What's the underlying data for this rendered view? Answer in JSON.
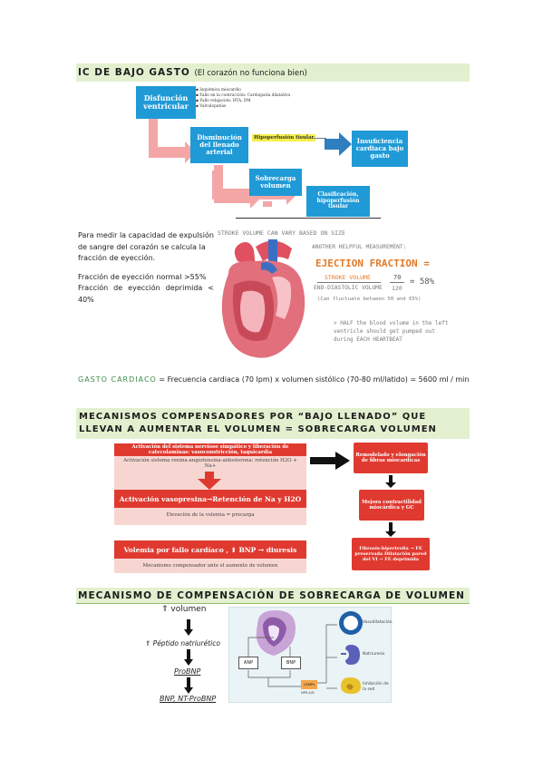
{
  "section1": {
    "title": "IC DE BAJO GASTO",
    "subtitle": "(El corazón no funciona bien)",
    "flow": {
      "box1": "Disfunción ventricular",
      "box2": "Disminución del llenado arterial",
      "box3": "Sobrecarga volumen",
      "box4": "Clasificación, hipoperfusión tisular",
      "box5": "Insuficiencia cardiaca bajo gasto",
      "highlight": "Hipoperfusión tisular"
    },
    "notes": [
      "Isquémica miocardio",
      "Fallo en la contracción: Cardiopatía dilatativa",
      "Fallo relajación: HTA, DM",
      "Valvulopatías"
    ]
  },
  "ejection": {
    "p1": "Para medir la capacidad de expulsión de sangre del corazón se calcula la fracción de eyección.",
    "p2_line1": "Fracción de eyección normal >55%",
    "p2_line2": "Fracción de eyección deprimida < 40%",
    "sketch_title": "STROKE VOLUME CAN VARY BASED ON SIZE",
    "another": "ANOTHER HELPFUL MEASUREMENT:",
    "ef_label": "EJECTION FRACTION =",
    "stroke_volume": "STROKE VOLUME",
    "end_diastolic": "END-DIASTOLIC VOLUME",
    "num": "70",
    "den": "120",
    "result": "= 58%",
    "fluctuate": "(Can fluctuate between 50 and 65%)",
    "half_note": "> HALF the blood volume in the left ventricle should get pumped out during EACH HEARTBEAT"
  },
  "gasto": {
    "label": "GASTO CARDIACO",
    "text": " = Frecuencia cardiaca (70 lpm) x volumen sistólico (70-80 ml/latido) = 5600 ml / min"
  },
  "section2": {
    "title": "MECANISMOS COMPENSADORES POR “BAJO LLENADO” QUE LLEVAN A AUMENTAR EL VOLUMEN = SOBRECARGA VOLUMEN",
    "red1": "Activación del sistema nervioso simpático y liberación de catecolaminas: vasoconstricción, taquicardia",
    "pink1": "Activación sistema renina-angiotensina-aldosterona: retención H2O + Na+",
    "red2": "Activación vasopresina→Retención de Na y H2O",
    "pink2": "Elevación de la volemia = precarga",
    "red3": "Volemia por fallo cardíaco , ⬆ BNP → diuresis",
    "pink3": "Mecanismo compensador ante el aumento de volumen",
    "right1": "Remodelado y elongación de fibras miocardicas",
    "right2": "Mejora contractilidad miocárdica y GC",
    "right3": "Fibrosis-hipertrofia → FE preservada Dilatación pared del VI → FE deprimida"
  },
  "section3": {
    "title": "MECANISMO DE COMPENSACIÓN DE SOBRECARGA DE VOLUMEN",
    "step1": "⇑ volumen",
    "step2": "⇑ Péptido natriurético",
    "step3": "ProBNP",
    "step4": "BNP, NT-ProBNP",
    "diagram": {
      "anp": "ANP",
      "bnp": "BNP",
      "cgmp": "cGMPs",
      "npr": "NPR-A/B",
      "v1": "Vasodilatación",
      "v2": "Natriuresis",
      "v3": "Inhibición de la sed"
    }
  }
}
